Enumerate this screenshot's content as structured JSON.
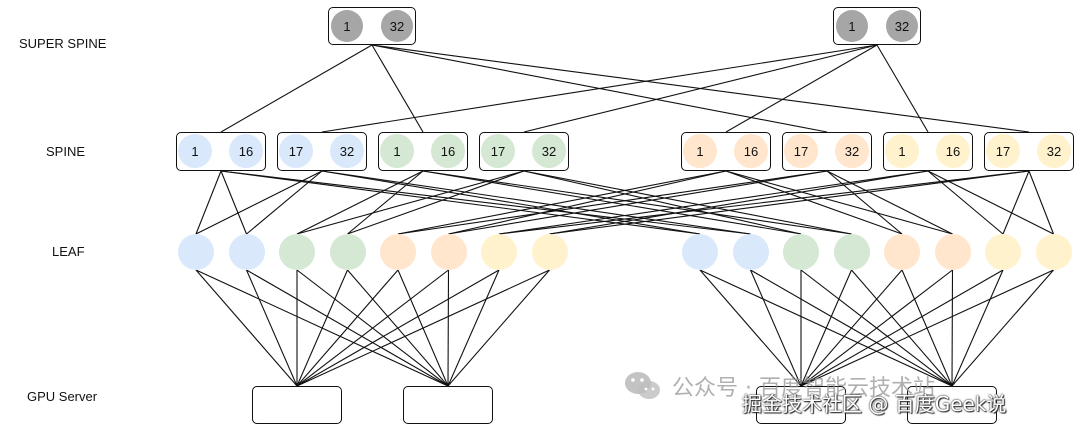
{
  "labels": {
    "super_spine": "SUPER SPINE",
    "spine": "SPINE",
    "leaf": "LEAF",
    "gpu_server": "GPU Server"
  },
  "colors": {
    "gray": "#a6a6a6",
    "blue": "#dae8fc",
    "green": "#d5e8d4",
    "orange": "#ffe6cc",
    "yellow": "#fff2cc",
    "line": "#111111"
  },
  "super_spine": [
    {
      "a": "1",
      "b": "32"
    },
    {
      "a": "1",
      "b": "32"
    }
  ],
  "spine": [
    {
      "a": "1",
      "b": "16",
      "color": "blue"
    },
    {
      "a": "17",
      "b": "32",
      "color": "blue"
    },
    {
      "a": "1",
      "b": "16",
      "color": "green"
    },
    {
      "a": "17",
      "b": "32",
      "color": "green"
    },
    {
      "a": "1",
      "b": "16",
      "color": "orange"
    },
    {
      "a": "17",
      "b": "32",
      "color": "orange"
    },
    {
      "a": "1",
      "b": "16",
      "color": "yellow"
    },
    {
      "a": "17",
      "b": "32",
      "color": "yellow"
    }
  ],
  "leaf_groups": [
    [
      "blue",
      "blue",
      "green",
      "green",
      "orange",
      "orange",
      "yellow",
      "yellow"
    ],
    [
      "blue",
      "blue",
      "green",
      "green",
      "orange",
      "orange",
      "yellow",
      "yellow"
    ]
  ],
  "servers_per_group": 2,
  "watermark": {
    "line1": "公众号 · 百度智能云技术站",
    "line2": "掘金技术社区 @ 百度Geek说"
  }
}
